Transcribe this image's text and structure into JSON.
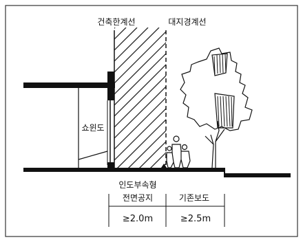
{
  "labels": {
    "building_line": "건축한계선",
    "site_boundary": "대지경계선",
    "show_window": "쇼윈도",
    "sidewalk_type": "인도부속형",
    "front_open_space": "전면공지",
    "existing_sidewalk": "기존보도",
    "front_open_space_width": "≥2.0m",
    "existing_sidewalk_width": "≥2.5m"
  },
  "colors": {
    "line": "#111111",
    "background": "#ffffff"
  }
}
